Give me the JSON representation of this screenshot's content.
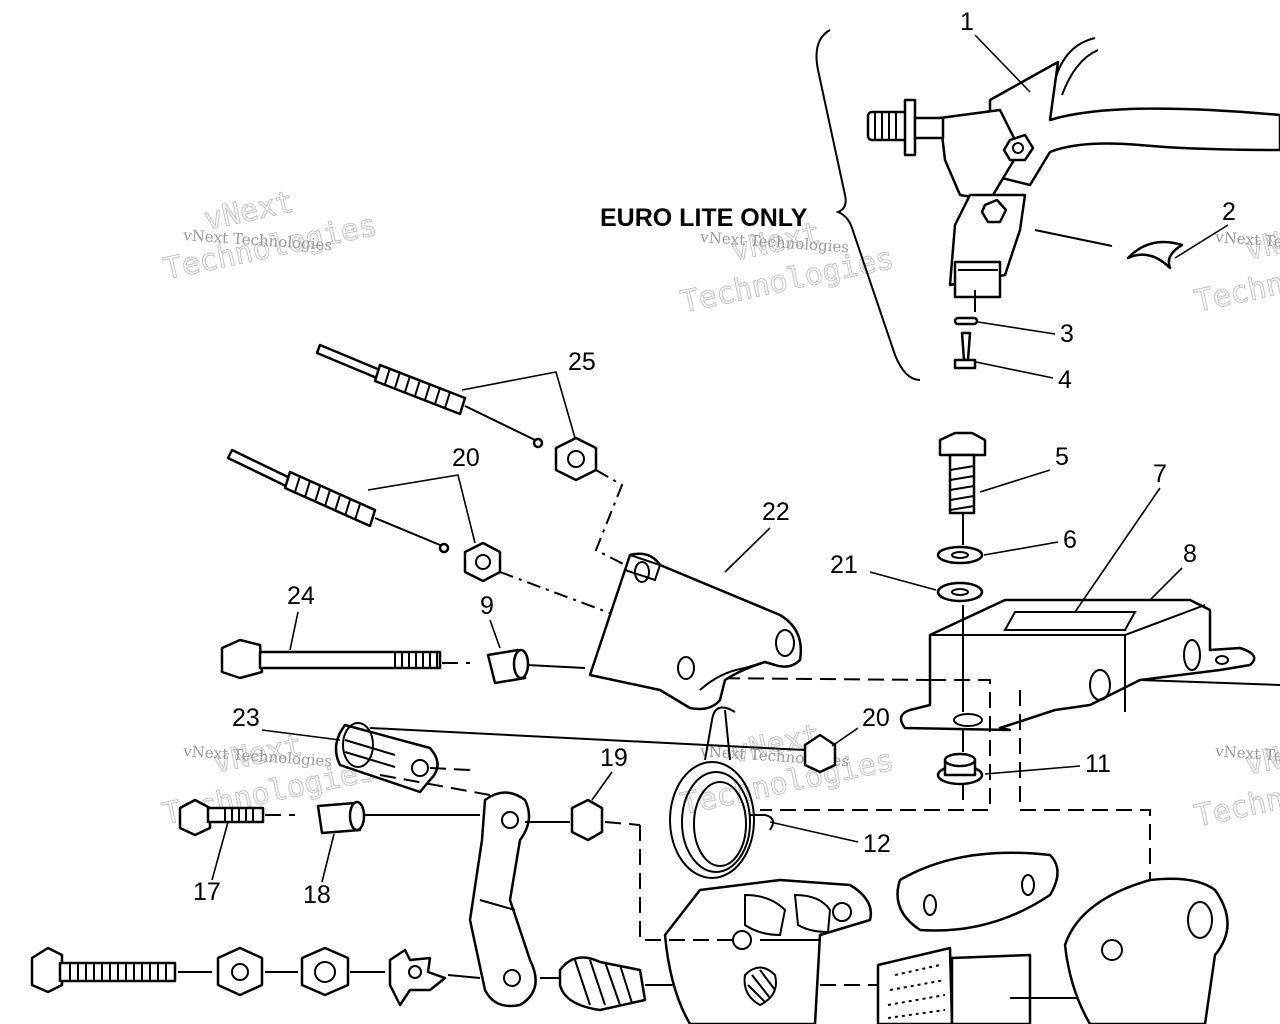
{
  "diagram": {
    "group_label": "EURO LITE ONLY",
    "watermark": {
      "line1": "vNext",
      "line2": "Technologies",
      "small": "vNext Technologies"
    },
    "callouts": [
      "1",
      "2",
      "3",
      "4",
      "5",
      "6",
      "7",
      "8",
      "21",
      "25",
      "20",
      "22",
      "24",
      "9",
      "23",
      "20",
      "19",
      "11",
      "12",
      "17",
      "18"
    ]
  }
}
